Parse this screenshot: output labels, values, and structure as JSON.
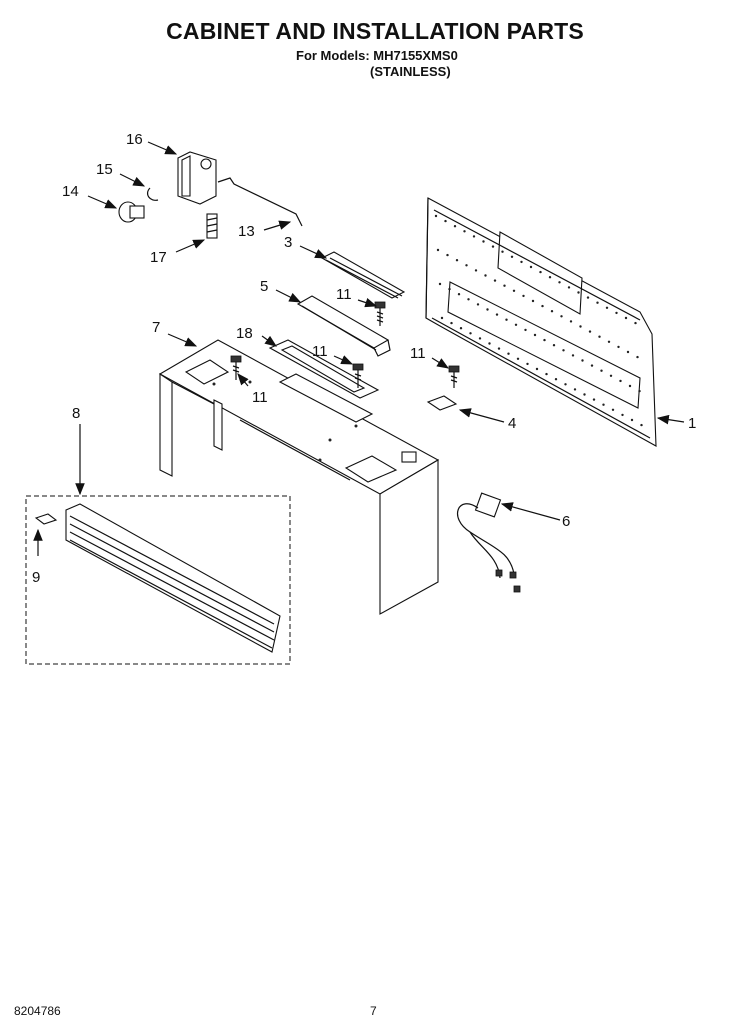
{
  "header": {
    "title": "CABINET AND INSTALLATION PARTS",
    "models_line": "For Models: MH7155XMS0",
    "variant_line": "(STAINLESS)"
  },
  "footer": {
    "doc_number": "8204786",
    "page_number": "7"
  },
  "callouts": {
    "c1": "1",
    "c3": "3",
    "c4": "4",
    "c5": "5",
    "c6": "6",
    "c7": "7",
    "c8": "8",
    "c9": "9",
    "c11a": "11",
    "c11b": "11",
    "c11c": "11",
    "c11d": "11",
    "c13": "13",
    "c14": "14",
    "c15": "15",
    "c16": "16",
    "c17": "17",
    "c18": "18"
  }
}
